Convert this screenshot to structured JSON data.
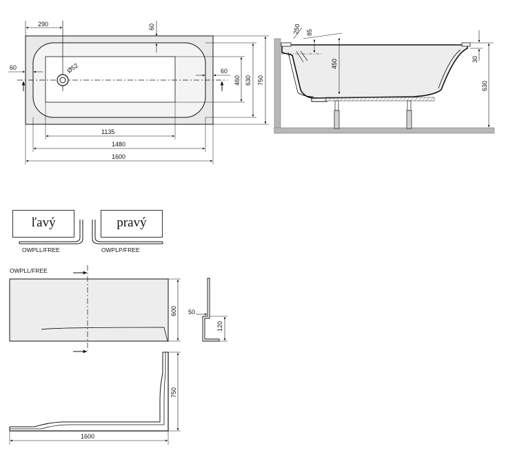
{
  "top_view": {
    "dims": {
      "d290": "290",
      "d60_top": "60",
      "d60_left": "60",
      "d60_right": "60",
      "d460": "460",
      "d630": "630",
      "d750": "750",
      "d1135": "1135",
      "d1480": "1480",
      "d1600": "1600",
      "drain": "Ø52"
    }
  },
  "side_view": {
    "dims": {
      "d250": "250",
      "d85": "85",
      "d450": "450",
      "d30": "30",
      "d630": "630"
    }
  },
  "variants": {
    "left": {
      "label": "ľavý",
      "code": "OWPLL/FREE"
    },
    "right": {
      "label": "pravý",
      "code": "OWPLP/FREE"
    }
  },
  "panel_view": {
    "title": "OWPLL/FREE",
    "dims": {
      "d600": "600",
      "d50": "50",
      "d120": "120",
      "d750": "750",
      "d1600": "1600"
    }
  },
  "colors": {
    "line": "#111111",
    "panel_fill": "#ededed",
    "wall": "#b8b8b8"
  }
}
